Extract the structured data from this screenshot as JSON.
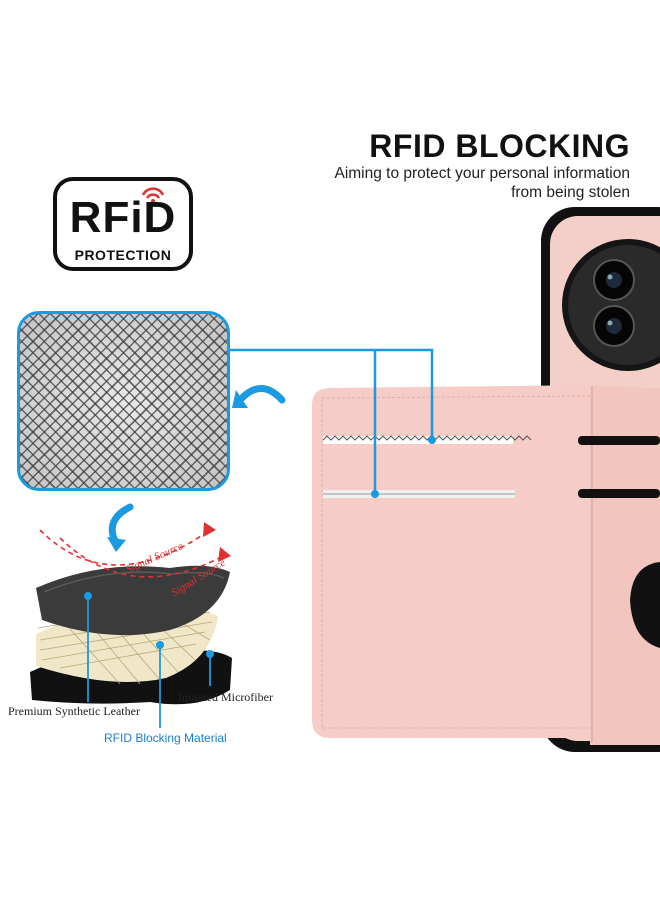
{
  "header": {
    "title": "RFID BLOCKING",
    "subtitle_line1": "Aiming to protect your personal information",
    "subtitle_line2": "from being stolen"
  },
  "badge": {
    "word": "RFiD",
    "caption": "PROTECTION"
  },
  "layers": {
    "signal_label_1": "Signal Source",
    "signal_label_2": "Signal Source",
    "labels": {
      "outer": "Premium Synthetic Leather",
      "inner": "Imitated Microfiber",
      "middle": "RFID Blocking Material"
    }
  },
  "colors": {
    "accent_blue": "#1a9ae0",
    "signal_red": "#e03030",
    "wallet_pink": "#f5cdc6",
    "phone_black": "#111111"
  }
}
